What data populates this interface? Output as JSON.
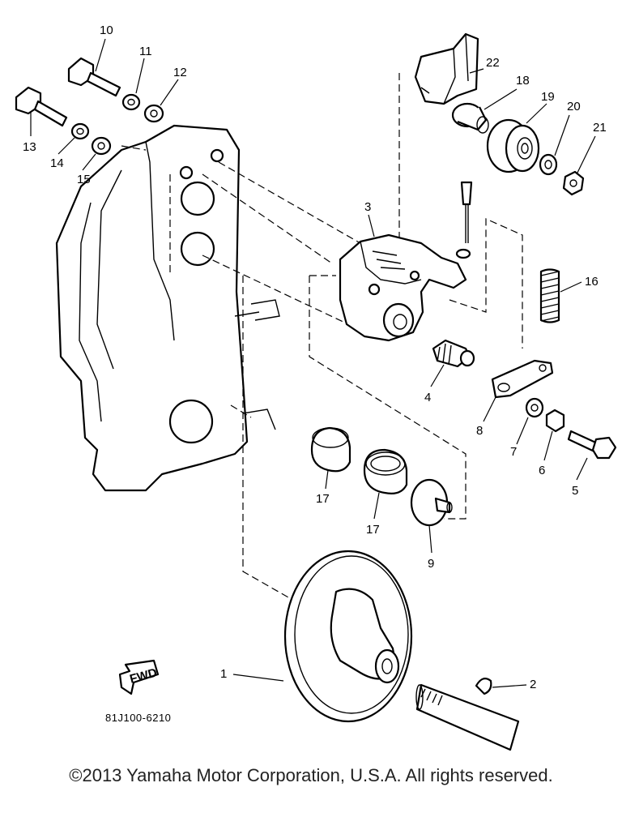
{
  "diagram": {
    "ref_code": "81J100-6210",
    "direction_marker": "FWD",
    "part_labels": {
      "p1": "1",
      "p2": "2",
      "p3": "3",
      "p4": "4",
      "p5": "5",
      "p6": "6",
      "p7": "7",
      "p8": "8",
      "p9": "9",
      "p10": "10",
      "p11": "11",
      "p12": "12",
      "p13": "13",
      "p14": "14",
      "p15": "15",
      "p16": "16",
      "p17a": "17",
      "p17b": "17",
      "p18": "18",
      "p19": "19",
      "p20": "20",
      "p21": "21",
      "p22": "22"
    }
  },
  "footer": {
    "copyright": "©2013 Yamaha Motor Corporation, U.S.A. All rights reserved."
  }
}
